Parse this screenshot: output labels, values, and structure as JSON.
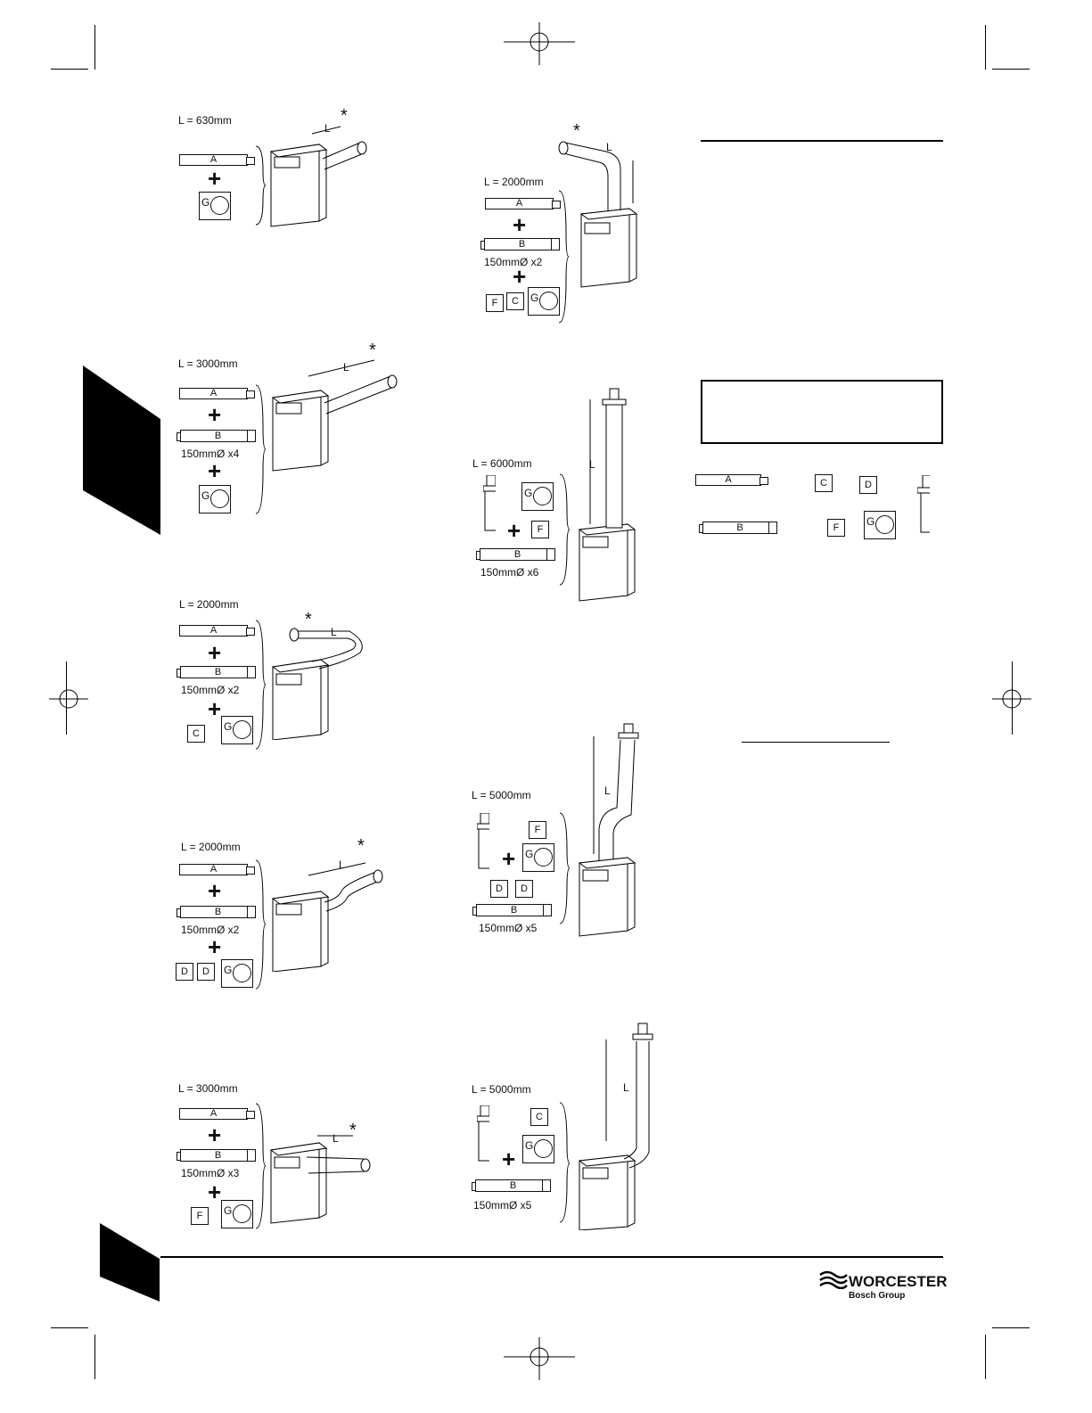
{
  "diagrams": [
    {
      "length": "L = 630mm",
      "pipes": [
        "A"
      ],
      "extras": [
        "G"
      ]
    },
    {
      "length": "L = 2000mm",
      "pipes": [
        "A",
        "B"
      ],
      "b_note": "150mmØ x2",
      "extras": [
        "F",
        "C",
        "G"
      ]
    },
    {
      "length": "L = 3000mm",
      "pipes": [
        "A",
        "B"
      ],
      "b_note": "150mmØ x4",
      "extras": [
        "G"
      ]
    },
    {
      "length": "L = 6000mm",
      "pipes": [
        "B"
      ],
      "b_note": "150mmØ x6",
      "extras": [
        "G",
        "F"
      ]
    },
    {
      "length": "L = 2000mm",
      "pipes": [
        "A",
        "B"
      ],
      "b_note": "150mmØ x2",
      "extras": [
        "C",
        "G"
      ]
    },
    {
      "length": "L = 5000mm",
      "pipes": [
        "B"
      ],
      "b_note": "150mmØ x5",
      "extras": [
        "F",
        "G",
        "D",
        "D"
      ]
    },
    {
      "length": "L = 2000mm",
      "pipes": [
        "A",
        "B"
      ],
      "b_note": "150mmØ x2",
      "extras": [
        "D",
        "D",
        "G"
      ]
    },
    {
      "length": "L = 3000mm",
      "pipes": [
        "A",
        "B"
      ],
      "b_note": "150mmØ x3",
      "extras": [
        "F",
        "G"
      ]
    },
    {
      "length": "L = 5000mm",
      "pipes": [
        "B"
      ],
      "b_note": "150mmØ x5",
      "extras": [
        "C",
        "G"
      ]
    }
  ],
  "labels": {
    "L": "L",
    "star": "*",
    "A": "A",
    "B": "B",
    "C": "C",
    "D": "D",
    "F": "F",
    "G": "G"
  },
  "brand": {
    "name": "WORCESTER",
    "sub": "Bosch Group"
  }
}
